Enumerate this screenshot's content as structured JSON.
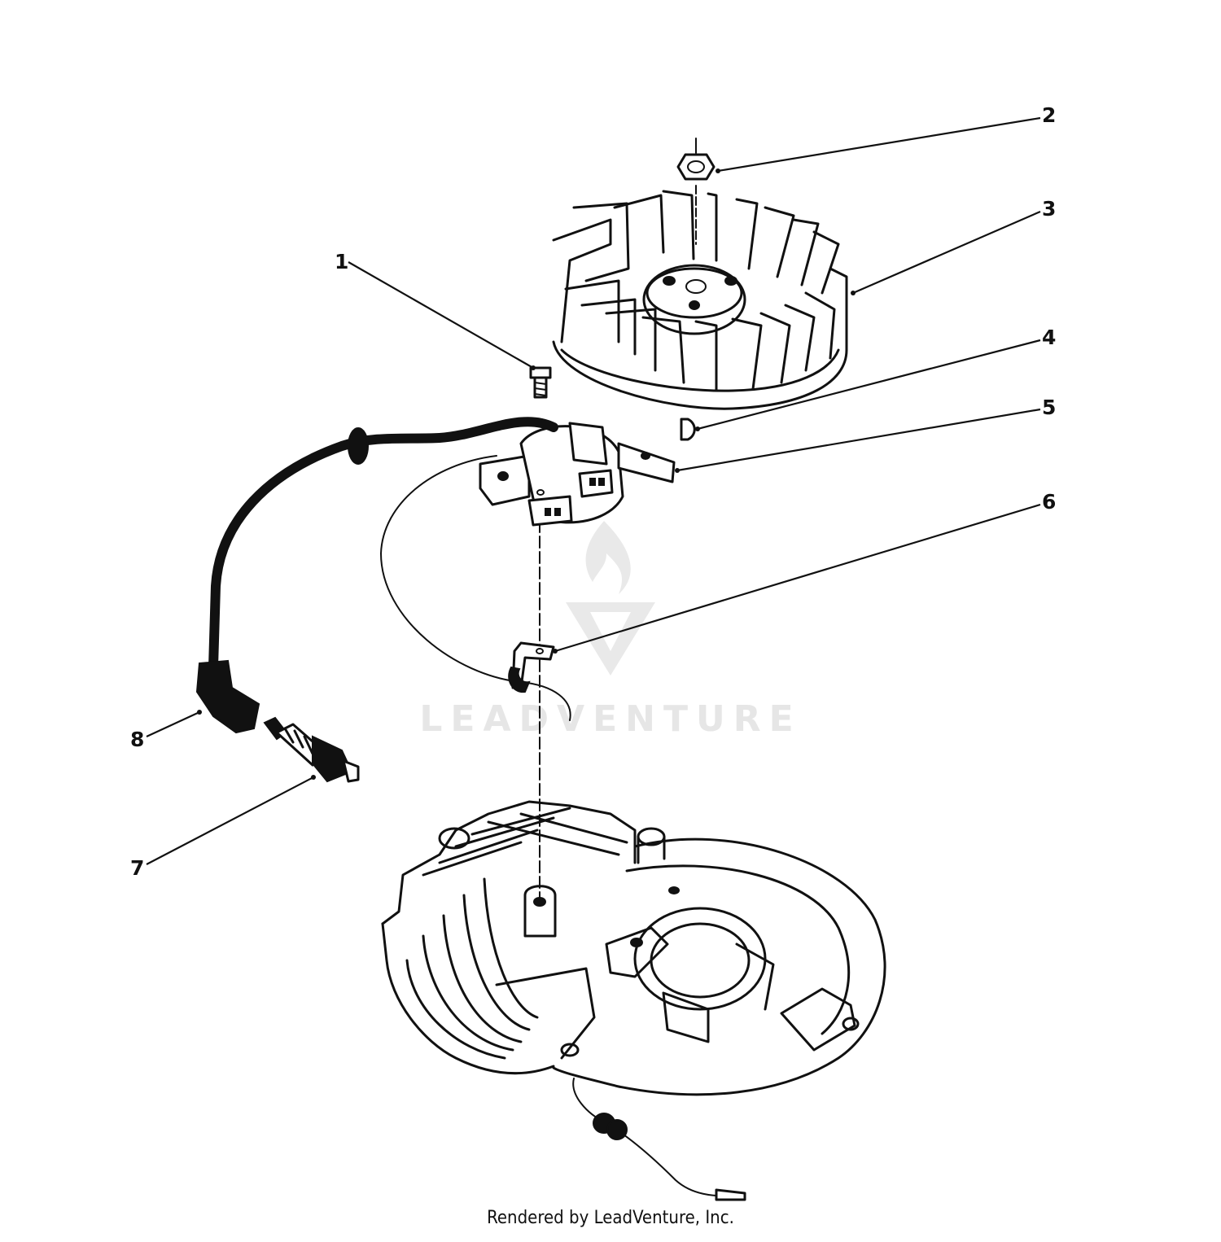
{
  "callouts": [
    {
      "label": "1"
    },
    {
      "label": "2"
    },
    {
      "label": "3"
    },
    {
      "label": "4"
    },
    {
      "label": "5"
    },
    {
      "label": "6"
    },
    {
      "label": "7"
    },
    {
      "label": "8"
    }
  ],
  "watermark": {
    "text": "LEADVENTURE"
  },
  "footer": {
    "text": "Rendered by LeadVenture, Inc."
  }
}
